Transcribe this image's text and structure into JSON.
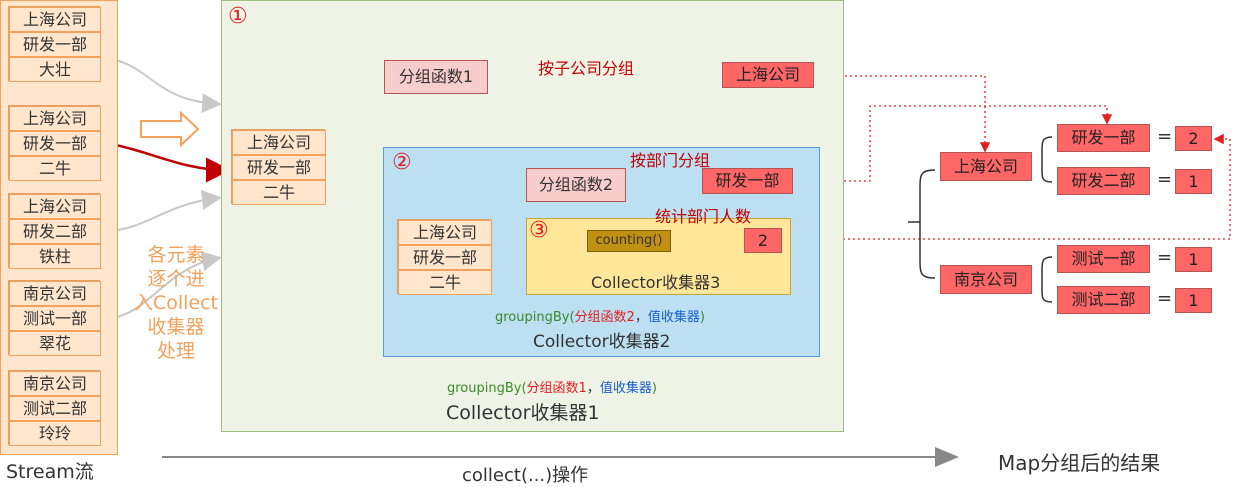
{
  "stream": {
    "groups": [
      {
        "company": "上海公司",
        "dept": "研发一部",
        "name": "大壮"
      },
      {
        "company": "上海公司",
        "dept": "研发一部",
        "name": "二牛"
      },
      {
        "company": "上海公司",
        "dept": "研发二部",
        "name": "铁柱"
      },
      {
        "company": "南京公司",
        "dept": "测试一部",
        "name": "翠花"
      },
      {
        "company": "南京公司",
        "dept": "测试二部",
        "name": "玲玲"
      }
    ],
    "caption": "Stream流",
    "process_note": [
      "各元素",
      "逐个进",
      "入Collect",
      "收集器",
      "处理"
    ]
  },
  "collector1": {
    "marker": "①",
    "element": {
      "company": "上海公司",
      "dept": "研发一部",
      "name": "二牛"
    },
    "fn_label": "分组函数1",
    "arrow_label": "按子公司分组",
    "key": "上海公司",
    "grouping_prefix": "groupingBy(",
    "grouping_fn": "分组函数1",
    "grouping_sep": "，",
    "grouping_value": "值收集器",
    "grouping_suffix": ")",
    "name": "Collector收集器1"
  },
  "collector2": {
    "marker": "②",
    "element": {
      "company": "上海公司",
      "dept": "研发一部",
      "name": "二牛"
    },
    "fn_label": "分组函数2",
    "arrow_label": "按部门分组",
    "key": "研发一部",
    "grouping_prefix": "groupingBy(",
    "grouping_fn": "分组函数2",
    "grouping_sep": "，",
    "grouping_value": "值收集器",
    "grouping_suffix": ")",
    "name": "Collector收集器2"
  },
  "collector3": {
    "marker": "③",
    "arrow_label": "统计部门人数",
    "fn_label": "counting()",
    "value": "2",
    "name": "Collector收集器3"
  },
  "operation": "collect(...)操作",
  "result": {
    "title": "Map分组后的结果",
    "companies": [
      {
        "name": "上海公司",
        "depts": [
          {
            "name": "研发一部",
            "count": "2"
          },
          {
            "name": "研发二部",
            "count": "1"
          }
        ]
      },
      {
        "name": "南京公司",
        "depts": [
          {
            "name": "测试一部",
            "count": "1"
          },
          {
            "name": "测试二部",
            "count": "1"
          }
        ]
      }
    ],
    "eq": "="
  },
  "colors": {
    "stream_fill": "#ffe6cc",
    "pane1": "#eef3e6",
    "pane2": "#bcdff2",
    "pane3": "#ffe699",
    "key_fill": "#ff6666",
    "arrow": "#c00000"
  }
}
